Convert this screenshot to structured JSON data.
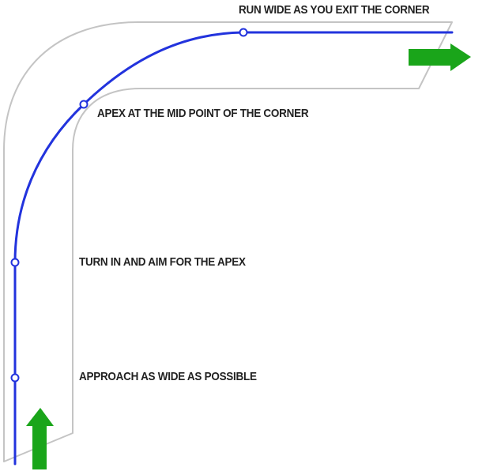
{
  "labels": {
    "exit": "RUN WIDE AS YOU EXIT THE CORNER",
    "apex": "APEX AT THE MID POINT OF THE CORNER",
    "turn_in": "TURN IN AND AIM FOR THE APEX",
    "approach": "APPROACH AS WIDE AS POSSIBLE"
  },
  "colors": {
    "racing_line": "#2233dd",
    "track_edge": "#c4c4c4",
    "arrow": "#1aa51a",
    "marker_fill": "#ffffff",
    "text": "#222222"
  },
  "icons": {
    "entry_arrow": "arrow-up-icon",
    "exit_arrow": "arrow-right-icon"
  }
}
